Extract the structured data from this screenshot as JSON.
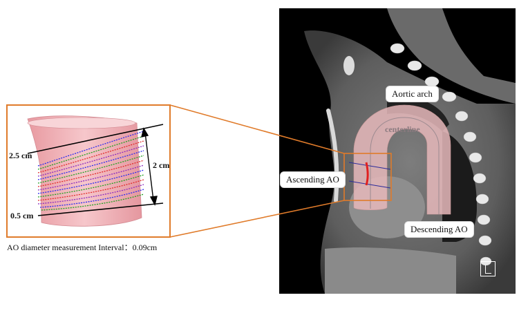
{
  "labels": {
    "aortic_arch": "Aortic arch",
    "centerline": "centerline",
    "ascending_ao": "Ascending AO",
    "descending_ao": "Descending AO",
    "diameter_top": "2.5 cm",
    "diameter_bottom": "0.5 cm",
    "length": "2 cm",
    "caption": "AO diameter measurement Interval：0.09cm"
  },
  "colors": {
    "callout_border": "#e07b2a",
    "vessel_fill": "#f0b3b8",
    "ct_background": "#000000"
  },
  "icons": {
    "orientation_marker": "l-orientation-marker"
  }
}
